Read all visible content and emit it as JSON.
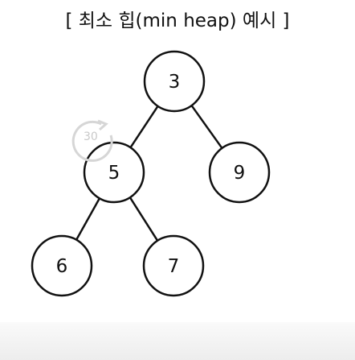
{
  "title": "[ 최소 힙(min heap) 예시 ]",
  "colors": {
    "stroke": "#111111",
    "node_fill": "#ffffff",
    "overlay": "#d0d0d0"
  },
  "nodes": [
    {
      "id": "root",
      "label": "3"
    },
    {
      "id": "left",
      "label": "5"
    },
    {
      "id": "right",
      "label": "9"
    },
    {
      "id": "left-left",
      "label": "6"
    },
    {
      "id": "left-right",
      "label": "7"
    }
  ],
  "edges": [
    {
      "from": "root",
      "to": "left"
    },
    {
      "from": "root",
      "to": "right"
    },
    {
      "from": "left",
      "to": "left-left"
    },
    {
      "from": "left",
      "to": "left-right"
    }
  ],
  "overlay": {
    "icon": "replay-icon",
    "label": "30"
  }
}
